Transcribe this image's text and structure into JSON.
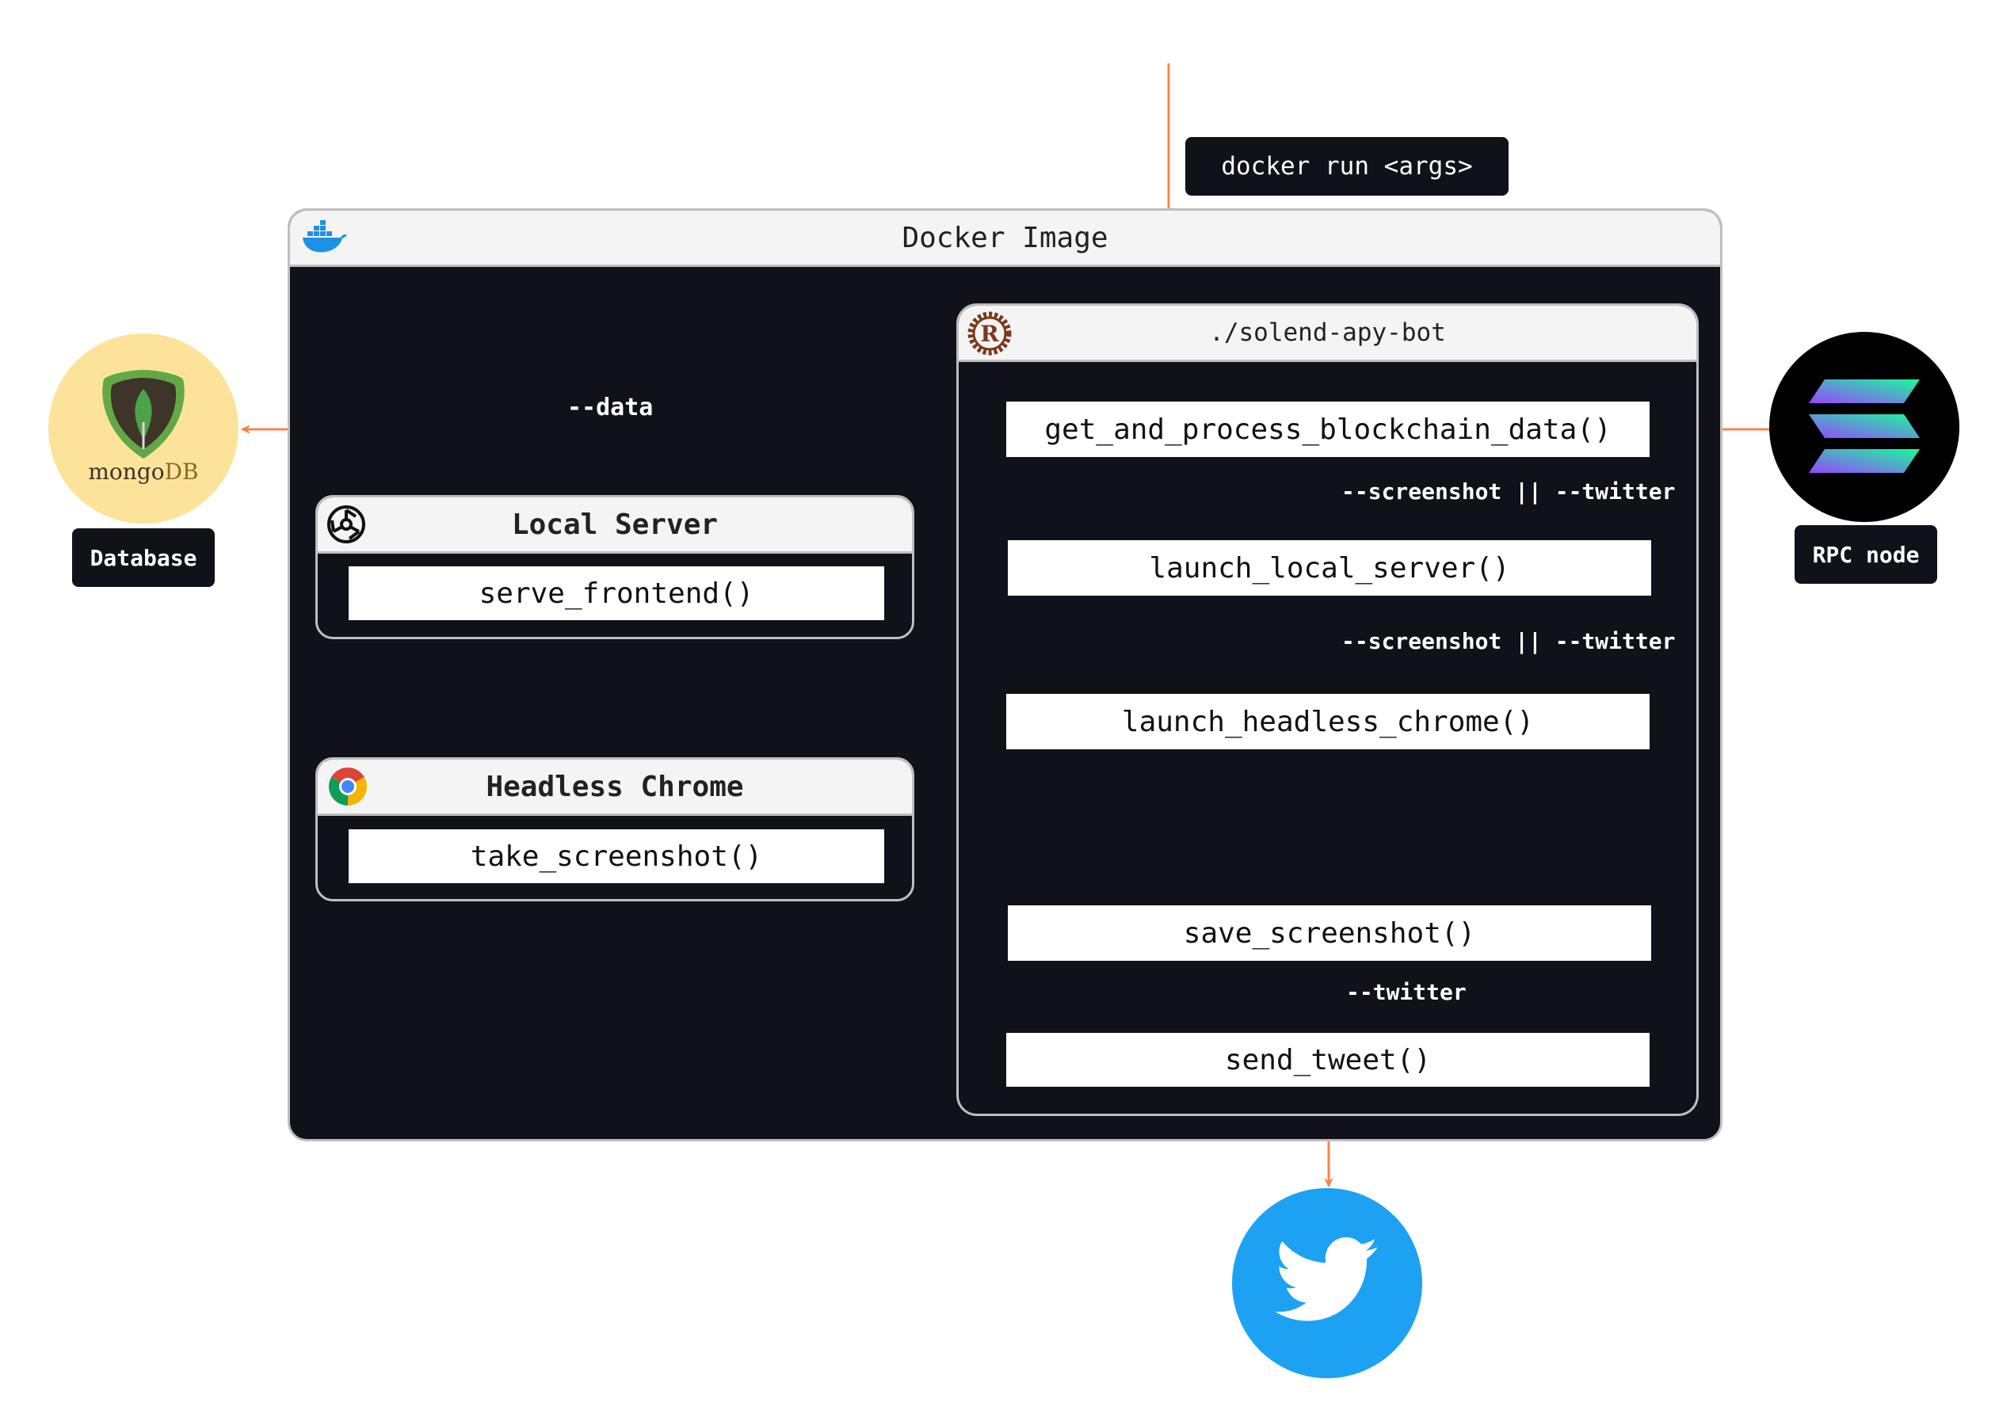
{
  "colors": {
    "arrow": "#f5844c",
    "dark": "#101119",
    "header": "#f4f4f4",
    "border": "#bfbfbf",
    "mongo_bg": "#fde39a",
    "twitter": "#1da1f2",
    "solana_bg": "#000000"
  },
  "command": "docker run <args>",
  "docker_image": {
    "title": "Docker Image",
    "icon": "docker-whale-icon"
  },
  "bot": {
    "title": "./solend-apy-bot",
    "icon": "rust-logo-icon",
    "functions": [
      "get_and_process_blockchain_data()",
      "launch_local_server()",
      "launch_headless_chrome()",
      "save_screenshot()",
      "send_tweet()"
    ]
  },
  "local_server": {
    "title": "Local Server",
    "icon": "server-wheel-icon",
    "function": "serve_frontend()"
  },
  "headless_chrome": {
    "title": "Headless Chrome",
    "icon": "chrome-logo-icon",
    "function": "take_screenshot()"
  },
  "database": {
    "label": "Database",
    "logo_text": "mongo",
    "logo_text_bold": "DB"
  },
  "rpc": {
    "label": "RPC node",
    "icon": "solana-logo-icon"
  },
  "twitter": {
    "icon": "twitter-bird-icon"
  },
  "edge_labels": {
    "data": "--data",
    "screenshot_or_twitter_1": "--screenshot || --twitter",
    "screenshot_or_twitter_2": "--screenshot || --twitter",
    "twitter": "--twitter"
  }
}
